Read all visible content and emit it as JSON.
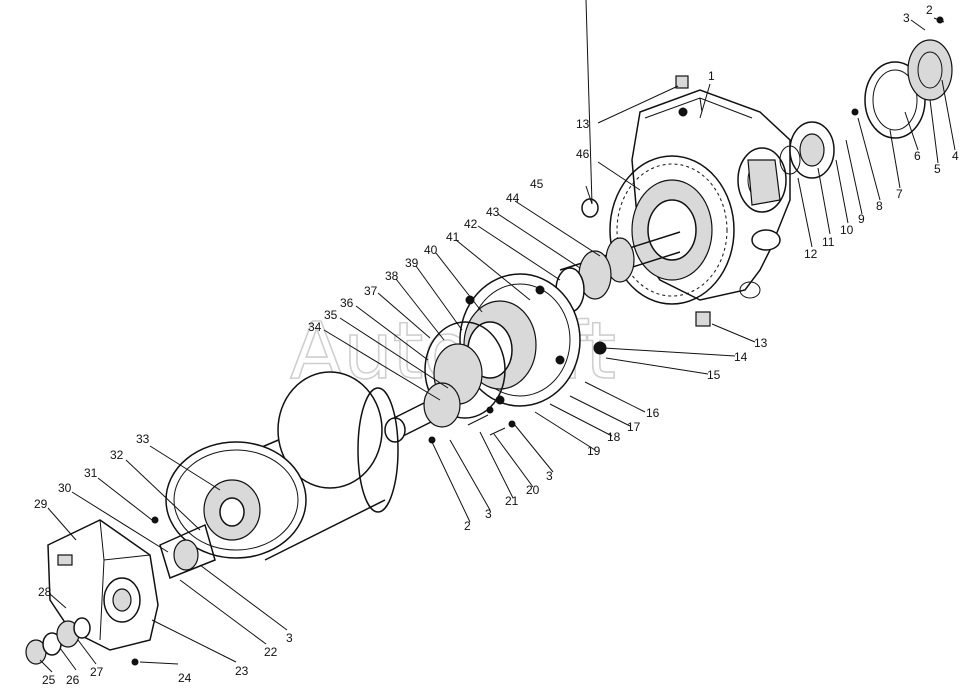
{
  "watermark": "Autosoft",
  "part_labels": [
    "1",
    "2",
    "3",
    "4",
    "5",
    "6",
    "7",
    "8",
    "9",
    "10",
    "11",
    "12",
    "13",
    "14",
    "15",
    "16",
    "17",
    "18",
    "19",
    "20",
    "21",
    "22",
    "23",
    "24",
    "25",
    "26",
    "27",
    "28",
    "29",
    "30",
    "31",
    "32",
    "33",
    "34",
    "35",
    "36",
    "37",
    "38",
    "39",
    "40",
    "41",
    "42",
    "43",
    "44",
    "45",
    "46"
  ],
  "duplicate_labels": {
    "2": "2",
    "3": "3",
    "13": "13"
  }
}
